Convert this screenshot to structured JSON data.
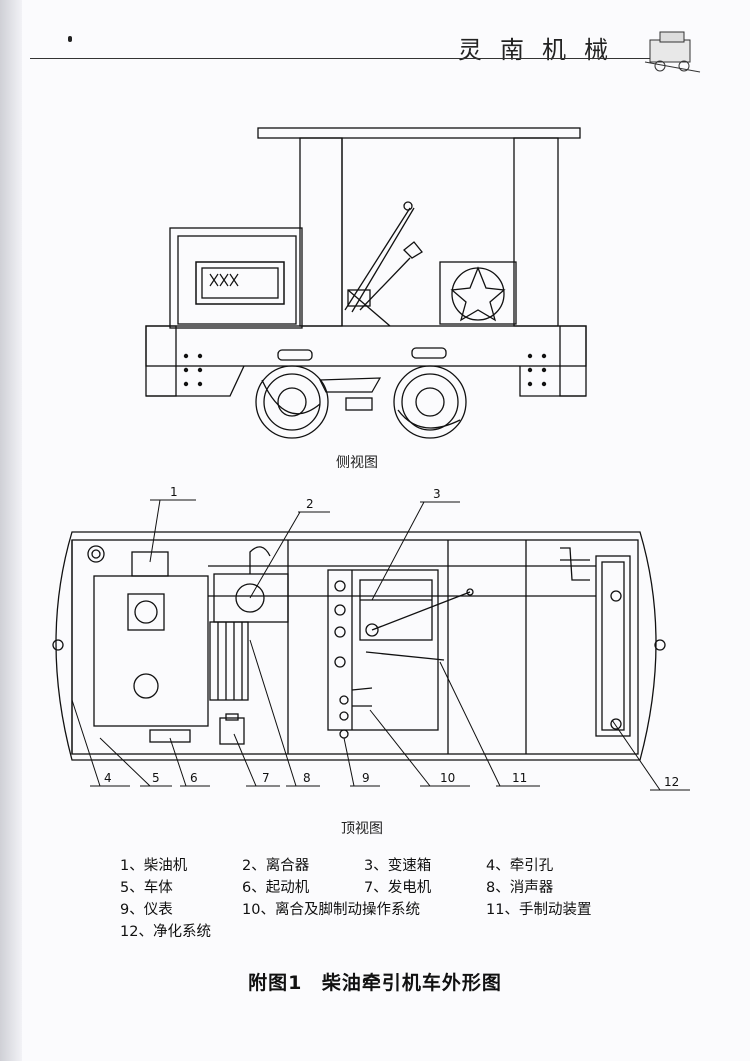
{
  "header": {
    "title": "灵南机械"
  },
  "captions": {
    "side_view": "侧视图",
    "top_view": "顶视图"
  },
  "callouts": [
    "1",
    "2",
    "3",
    "4",
    "5",
    "6",
    "7",
    "8",
    "9",
    "10",
    "11",
    "12"
  ],
  "legend": [
    "1、柴油机",
    "2、离合器",
    "3、变速箱",
    "4、牵引孔",
    "5、车体",
    "6、起动机",
    "7、发电机",
    "8、消声器",
    "9、仪表",
    "10、离合及脚制动操作系统",
    "11、手制动装置",
    "12、净化系统"
  ],
  "figure": {
    "number": "附图1",
    "title": "柴油牵引机车外形图"
  }
}
